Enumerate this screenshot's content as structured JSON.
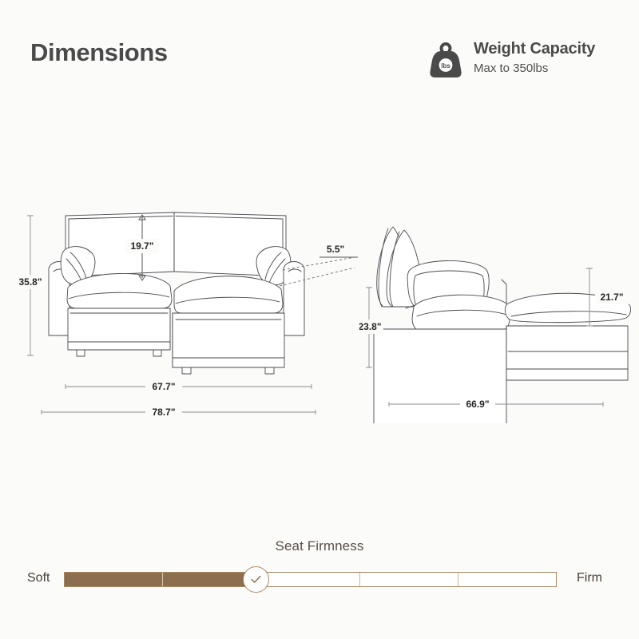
{
  "header": {
    "title": "Dimensions",
    "weight_capacity": {
      "icon": "weight-kettlebell-icon",
      "icon_label": "lbs",
      "title": "Weight Capacity",
      "subtitle": "Max to 350lbs"
    }
  },
  "views": {
    "front": {
      "name": "front-view",
      "dimensions": {
        "overall_height": "35.8\"",
        "back_height": "19.7\"",
        "arm_width": "5.5\"",
        "seat_width": "67.7\"",
        "overall_width": "78.7\""
      }
    },
    "side": {
      "name": "side-view",
      "dimensions": {
        "seat_depth_height": "23.8\"",
        "chaise_height": "21.7\"",
        "overall_depth": "66.9\""
      }
    }
  },
  "firmness": {
    "title": "Seat Firmness",
    "soft_label": "Soft",
    "firm_label": "Firm",
    "segments": 5,
    "filled_segments": 2,
    "selected_index": 2,
    "knob_icon": "check-icon",
    "fill_color": "#8c6f4e",
    "border_color": "#a78863"
  }
}
